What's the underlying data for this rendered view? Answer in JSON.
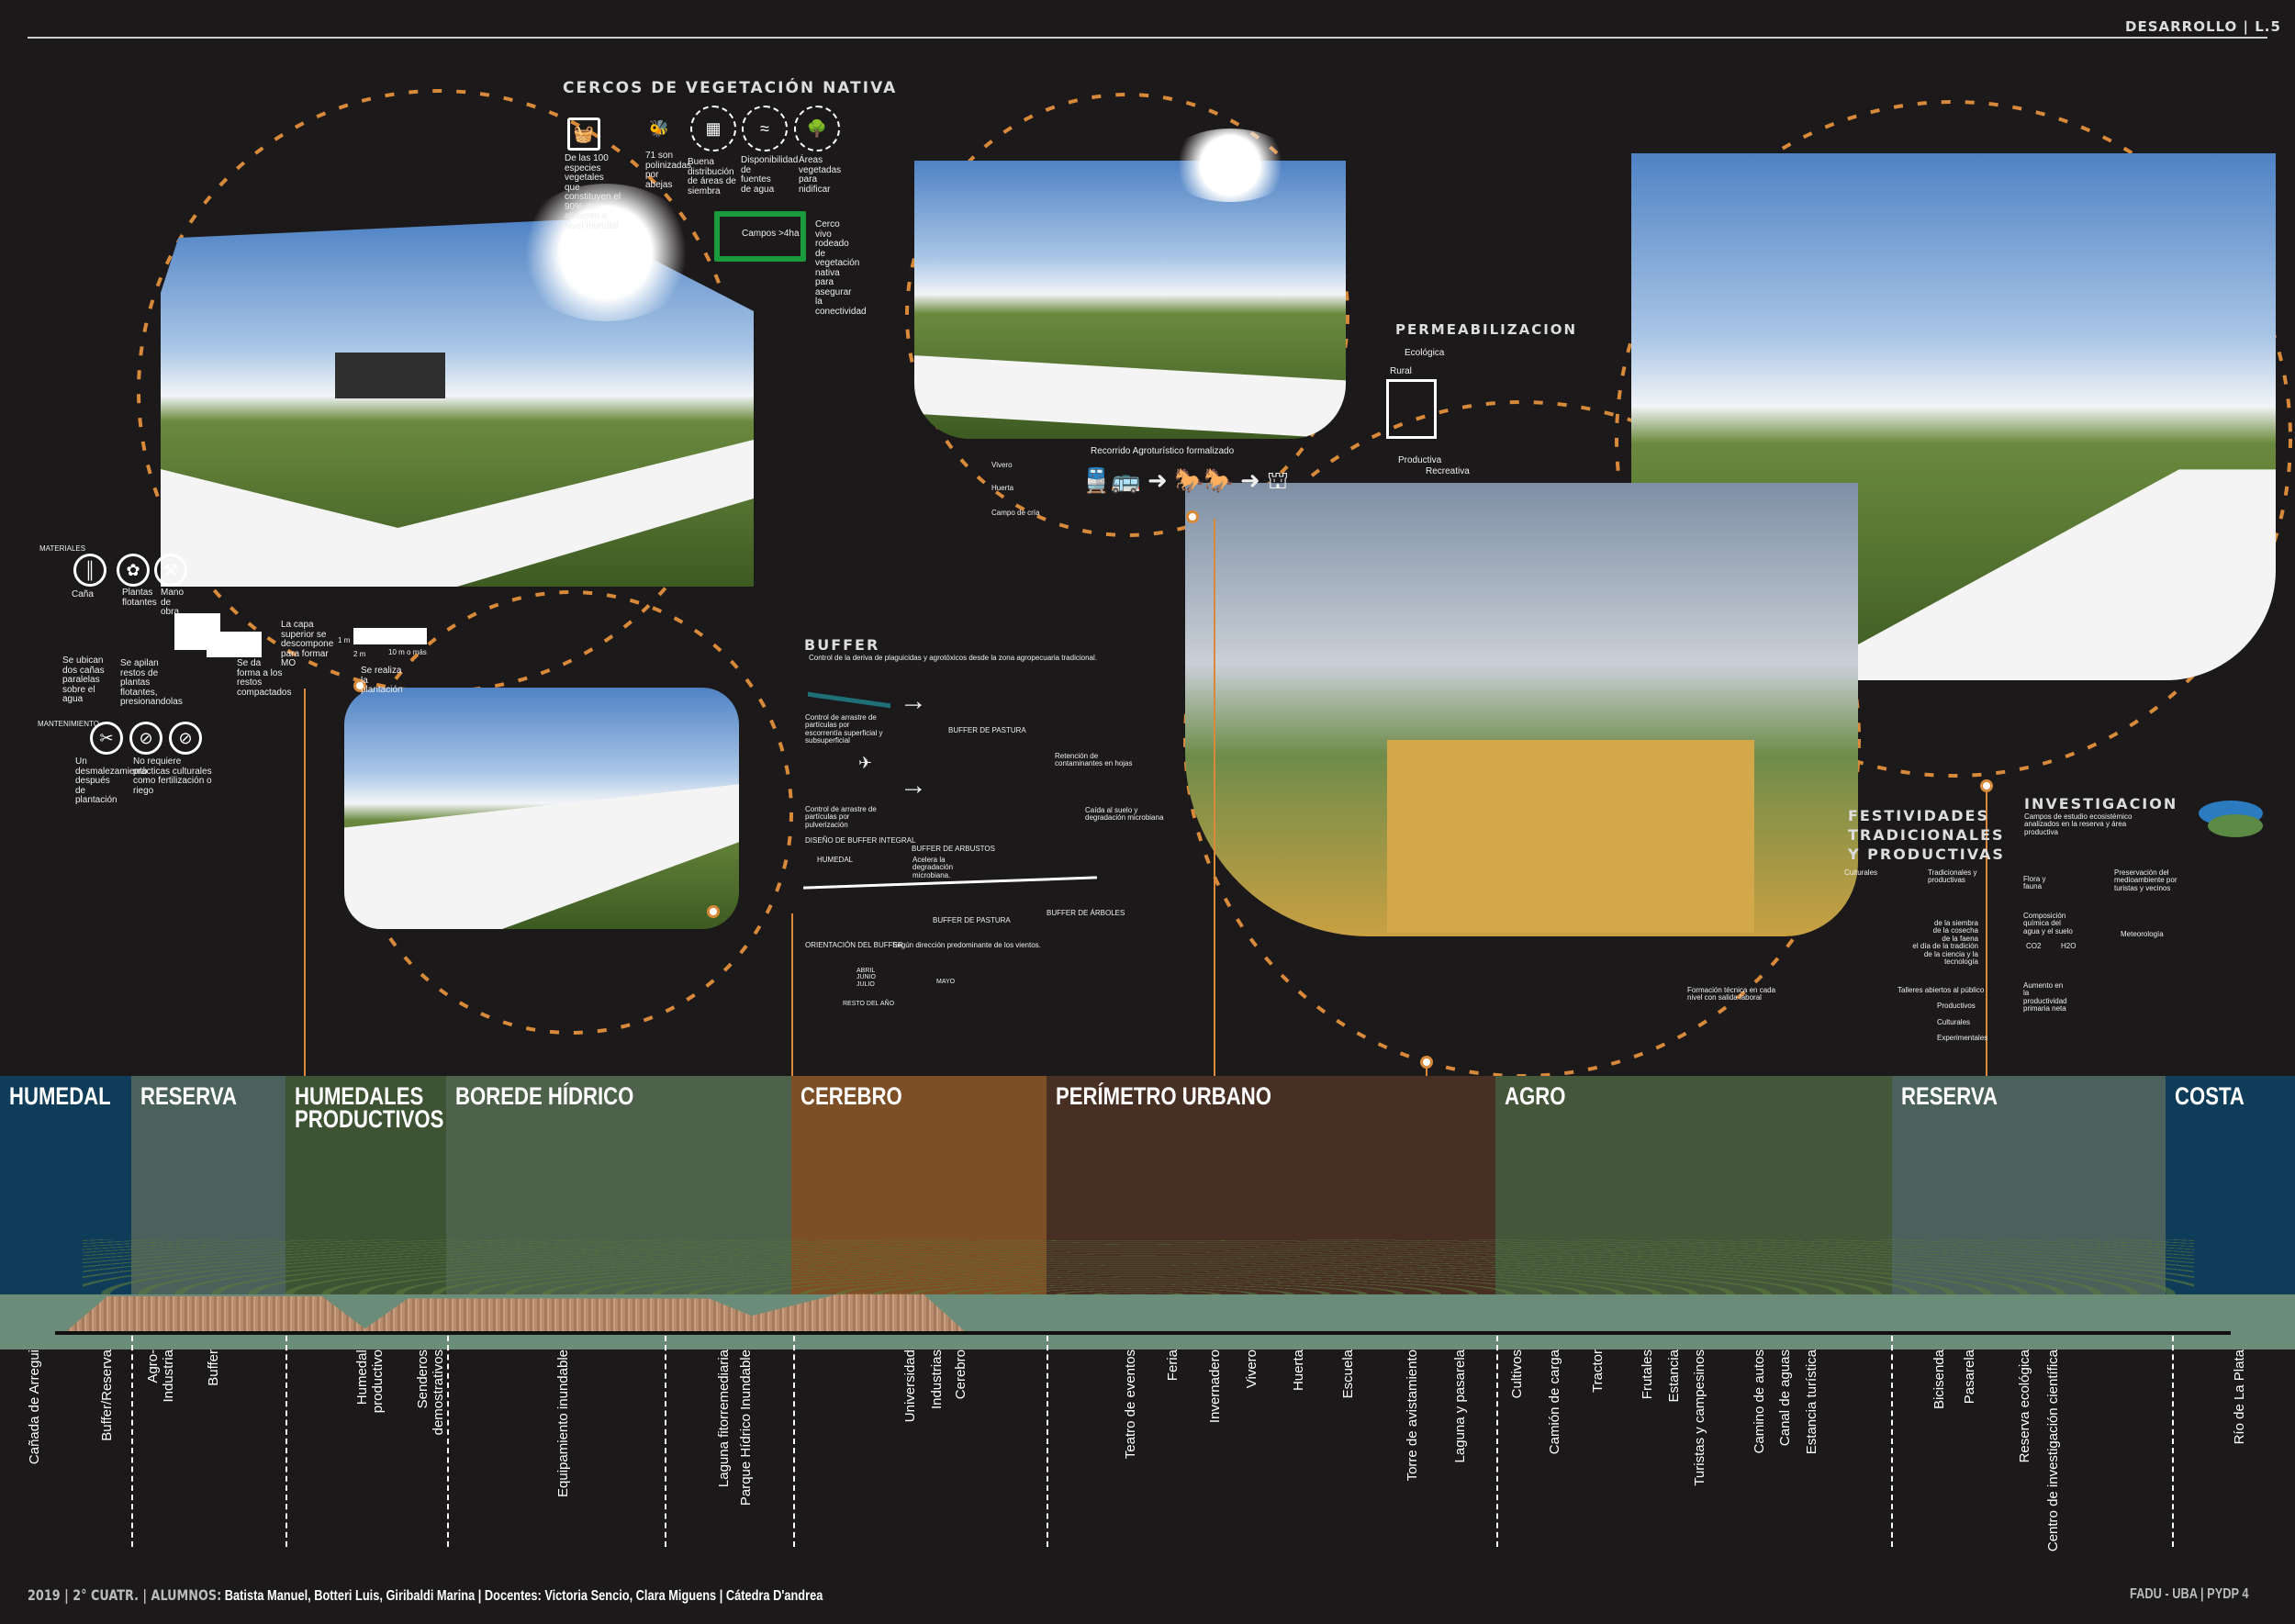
{
  "header": {
    "sheet": "DESARROLLO | L.5"
  },
  "cercos": {
    "title": "CERCOS DE VEGETACIÓN NATIVA",
    "items": [
      "De las 100 especies vegetales que constituyen el 90% del alimento a nivel mundial",
      "71 son polinizadas por abejas",
      "Buena distribución de áreas de siembra",
      "Disponibilidad de fuentes de agua",
      "Áreas vegetadas para nidificar"
    ],
    "campos": "Campos >4ha",
    "cerco_vivo": "Cerco vivo rodeado de vegetación nativa para asegurar la conectividad"
  },
  "materiales": {
    "title": "MATERIALES",
    "items": [
      "Caña",
      "Plantas flotantes",
      "Mano de obra"
    ],
    "steps": [
      "Se ubican dos cañas paralelas sobre el agua",
      "Se apilan restos de plantas flotantes, presionandolas",
      "Se da forma a los restos compactados",
      "La capa superior se descompone para formar MO",
      "Se realiza la plantación"
    ],
    "dims": {
      "h": "1 m",
      "w": "2 m",
      "l": "10 m o más"
    },
    "mant_title": "MANTENIMIENTO",
    "mant": [
      "Un desmalezamiento después de plantación",
      "No requiere prácticas culturales como fertilización o riego"
    ]
  },
  "recorrido": {
    "title": "Recorrido Agroturístico formalizado",
    "items": [
      "Vivero",
      "Huerta",
      "Campo de cría"
    ]
  },
  "permeabilizacion": {
    "title": "PERMEABILIZACION",
    "labels": [
      "Ecológica",
      "Rural",
      "Productiva",
      "Recreativa"
    ]
  },
  "buffer": {
    "title": "BUFFER",
    "subtitle": "Control de la deriva de plaguicidas y agrotóxicos desde la zona agropecuaria tradicional.",
    "c1": "Control de arrastre de partículas por escorrentía superficial y subsuperficial",
    "pastura": "BUFFER DE PASTURA",
    "r1": "Retención de contaminantes en hojas",
    "c2": "Control de arrastre de partículas por pulverización",
    "r2": "Caída al suelo y degradación microbiana",
    "integral": "DISEÑO DE BUFFER INTEGRAL",
    "arbustos": "BUFFER DE ARBUSTOS",
    "arbustos_desc": "Acelera la degradación microbiana.",
    "humedal": "HUMEDAL",
    "pastura2": "BUFFER DE PASTURA",
    "arboles": "BUFFER DE ÁRBOLES",
    "orient": "ORIENTACIÓN DEL BUFFER",
    "orient_desc": "Según dirección predominante de los vientos.",
    "m1": "ABRIL\nJUNIO\nJULIO",
    "m2": "RESTO DEL AÑO",
    "m3": "MAYO"
  },
  "festividades": {
    "title": "FESTIVIDADES\nTRADICIONALES\nY PRODUCTIVAS",
    "culturales": "Culturales",
    "tradicionales": "Tradicionales y productivas",
    "dias": "de la siembra\nde la cosecha\nde la faena\nel día de la tradición\nde la  ciencia y la tecnología",
    "formacion": "Formación técnica en cada nivel con salida laboral",
    "talleres": "Talleres abiertos al público",
    "talleres_items": [
      "Productivos",
      "Culturales",
      "Experimentales"
    ]
  },
  "investigacion": {
    "title": "INVESTIGACION",
    "subtitle": "Campos de estudio ecosistémico analizados en la reserva y área productiva",
    "items": [
      "Flora y fauna",
      "Preservación del medioambiente por turistas y vecinos",
      "Composición química del agua y el suelo",
      "Meteorología",
      "Aumento en la productividad primaria neta"
    ],
    "co2": "CO2",
    "h2o": "H2O"
  },
  "bands": [
    {
      "label": "HUMEDAL",
      "color": "#0f3c58"
    },
    {
      "label": "RESERVA",
      "color": "#4b625c"
    },
    {
      "label": "HUMEDALES\nPRODUCTIVOS",
      "color": "#3e5334"
    },
    {
      "label": "BOREDE HÍDRICO",
      "color": "#4e624b"
    },
    {
      "label": "CEREBRO",
      "color": "#7d4f26"
    },
    {
      "label": "PERÍMETRO URBANO",
      "color": "#472f24"
    },
    {
      "label": "AGRO",
      "color": "#44573a"
    },
    {
      "label": "RESERVA",
      "color": "#4b625c"
    },
    {
      "label": "COSTA",
      "color": "#0f3c58"
    }
  ],
  "section_labels": [
    "Cañada de Arregui",
    "Buffer/Reserva",
    "Agro-\nIndustria",
    "Buffer",
    "Humedal\nproductivo",
    "Senderos\ndemostrativos",
    "Equipamiento inundable",
    "Laguna fitorremediaria",
    "Parque Hídrico Inundable",
    "Universidad",
    "Industrias",
    "Cerebro",
    "Teatro de eventos",
    "Feria",
    "Invernadero",
    "Vivero",
    "Huerta",
    "Escuela",
    "Torre de avistamiento",
    "Laguna y pasarela",
    "Cultivos",
    "Camión de carga",
    "Tractor",
    "Frutales",
    "Estancia",
    "Turistas y campesinos",
    "Camino de autos",
    "Canal de aguas",
    "Estancia turística",
    "Bicisenda",
    "Pasarela",
    "Reserva ecológica",
    "Centro de investigación científica",
    "Río de La Plata"
  ],
  "footer": {
    "year": "2019 | 2° CUATR. | ALUMNOS:",
    "students": "Batista Manuel, Botteri Luis, Giribaldi Marina | Docentes: Victoria Sencio, Clara Miguens | Cátedra D'andrea",
    "right": "FADU - UBA | PYDP 4"
  }
}
